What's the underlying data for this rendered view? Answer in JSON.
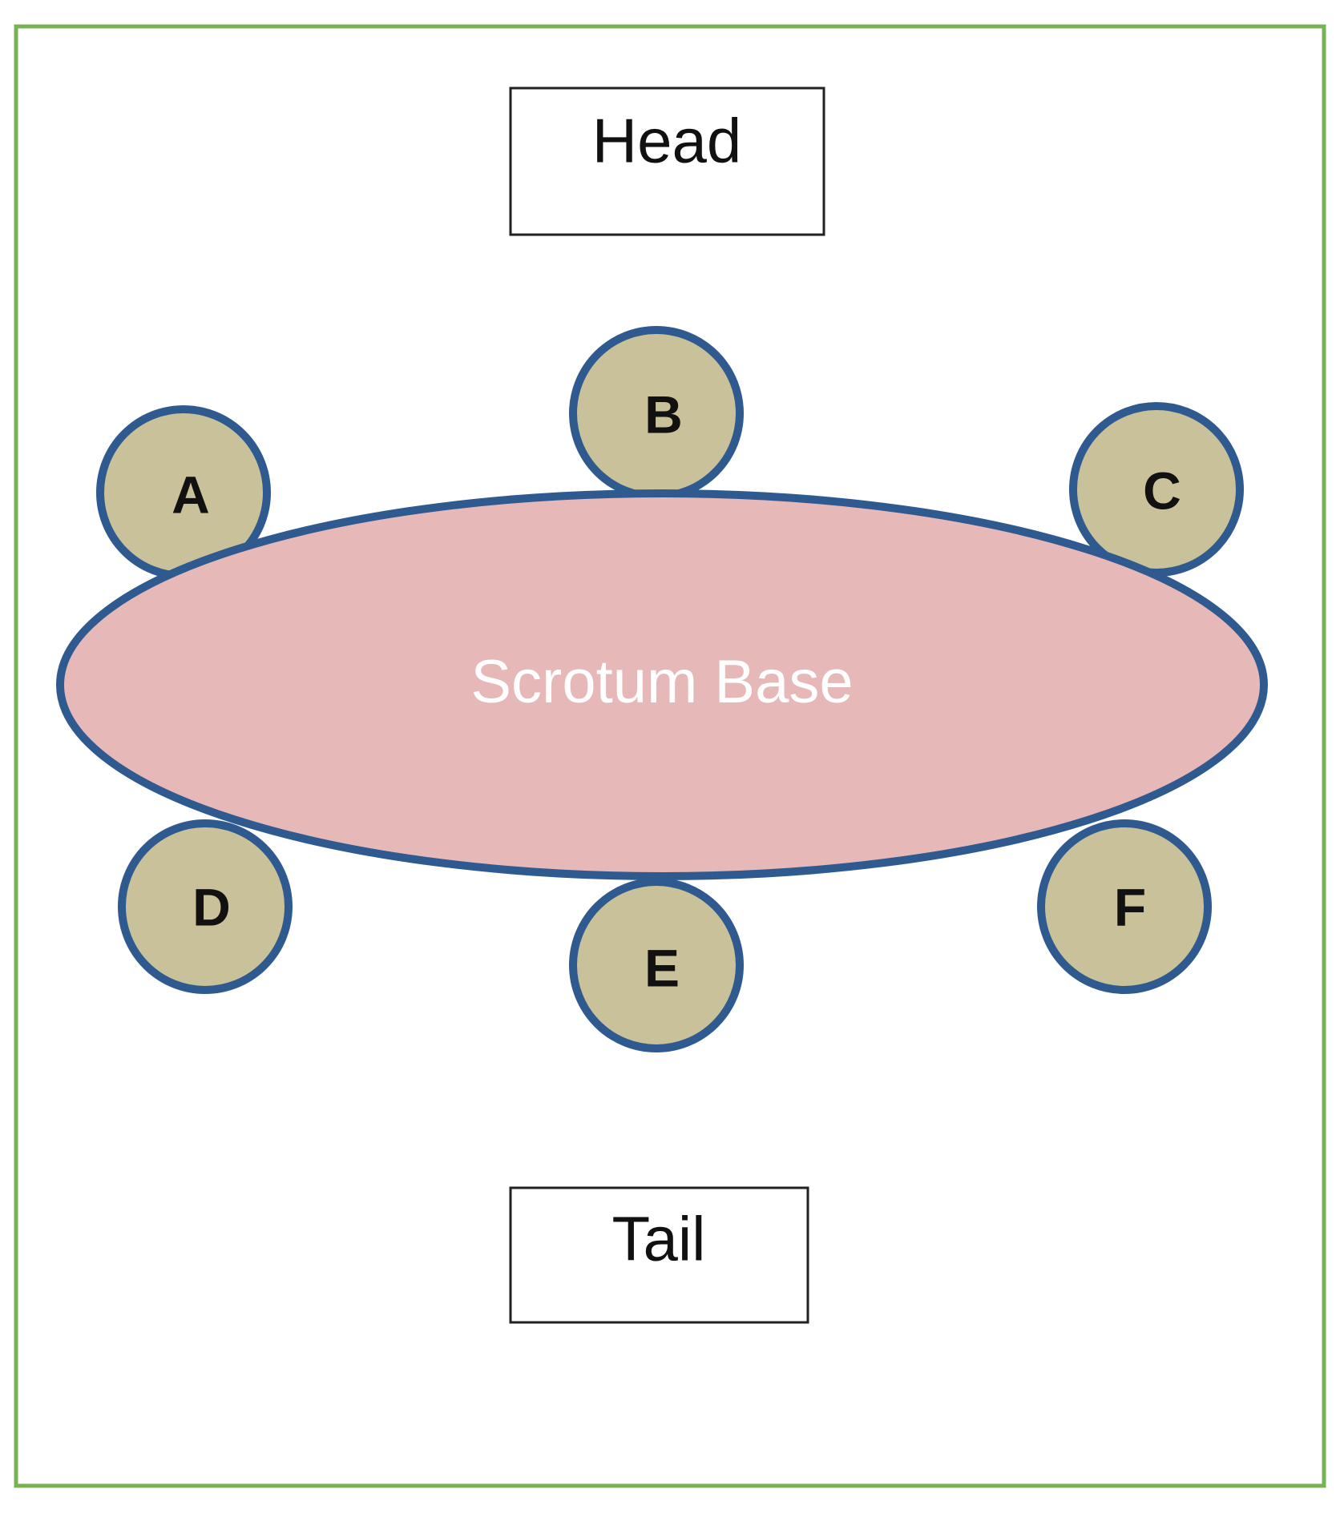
{
  "diagram": {
    "head_label": "Head",
    "tail_label": "Tail",
    "base_label": "Scrotum Base",
    "nodes": [
      {
        "id": "A",
        "label": "A"
      },
      {
        "id": "B",
        "label": "B"
      },
      {
        "id": "C",
        "label": "C"
      },
      {
        "id": "D",
        "label": "D"
      },
      {
        "id": "E",
        "label": "E"
      },
      {
        "id": "F",
        "label": "F"
      }
    ]
  },
  "colors": {
    "frame_border": "#77b255",
    "box_border": "#222222",
    "text": "#111111",
    "base_fill": "#e6b8b8",
    "base_text": "#ffffff",
    "node_fill": "#c9c19a",
    "outline": "#2f5a8f"
  }
}
